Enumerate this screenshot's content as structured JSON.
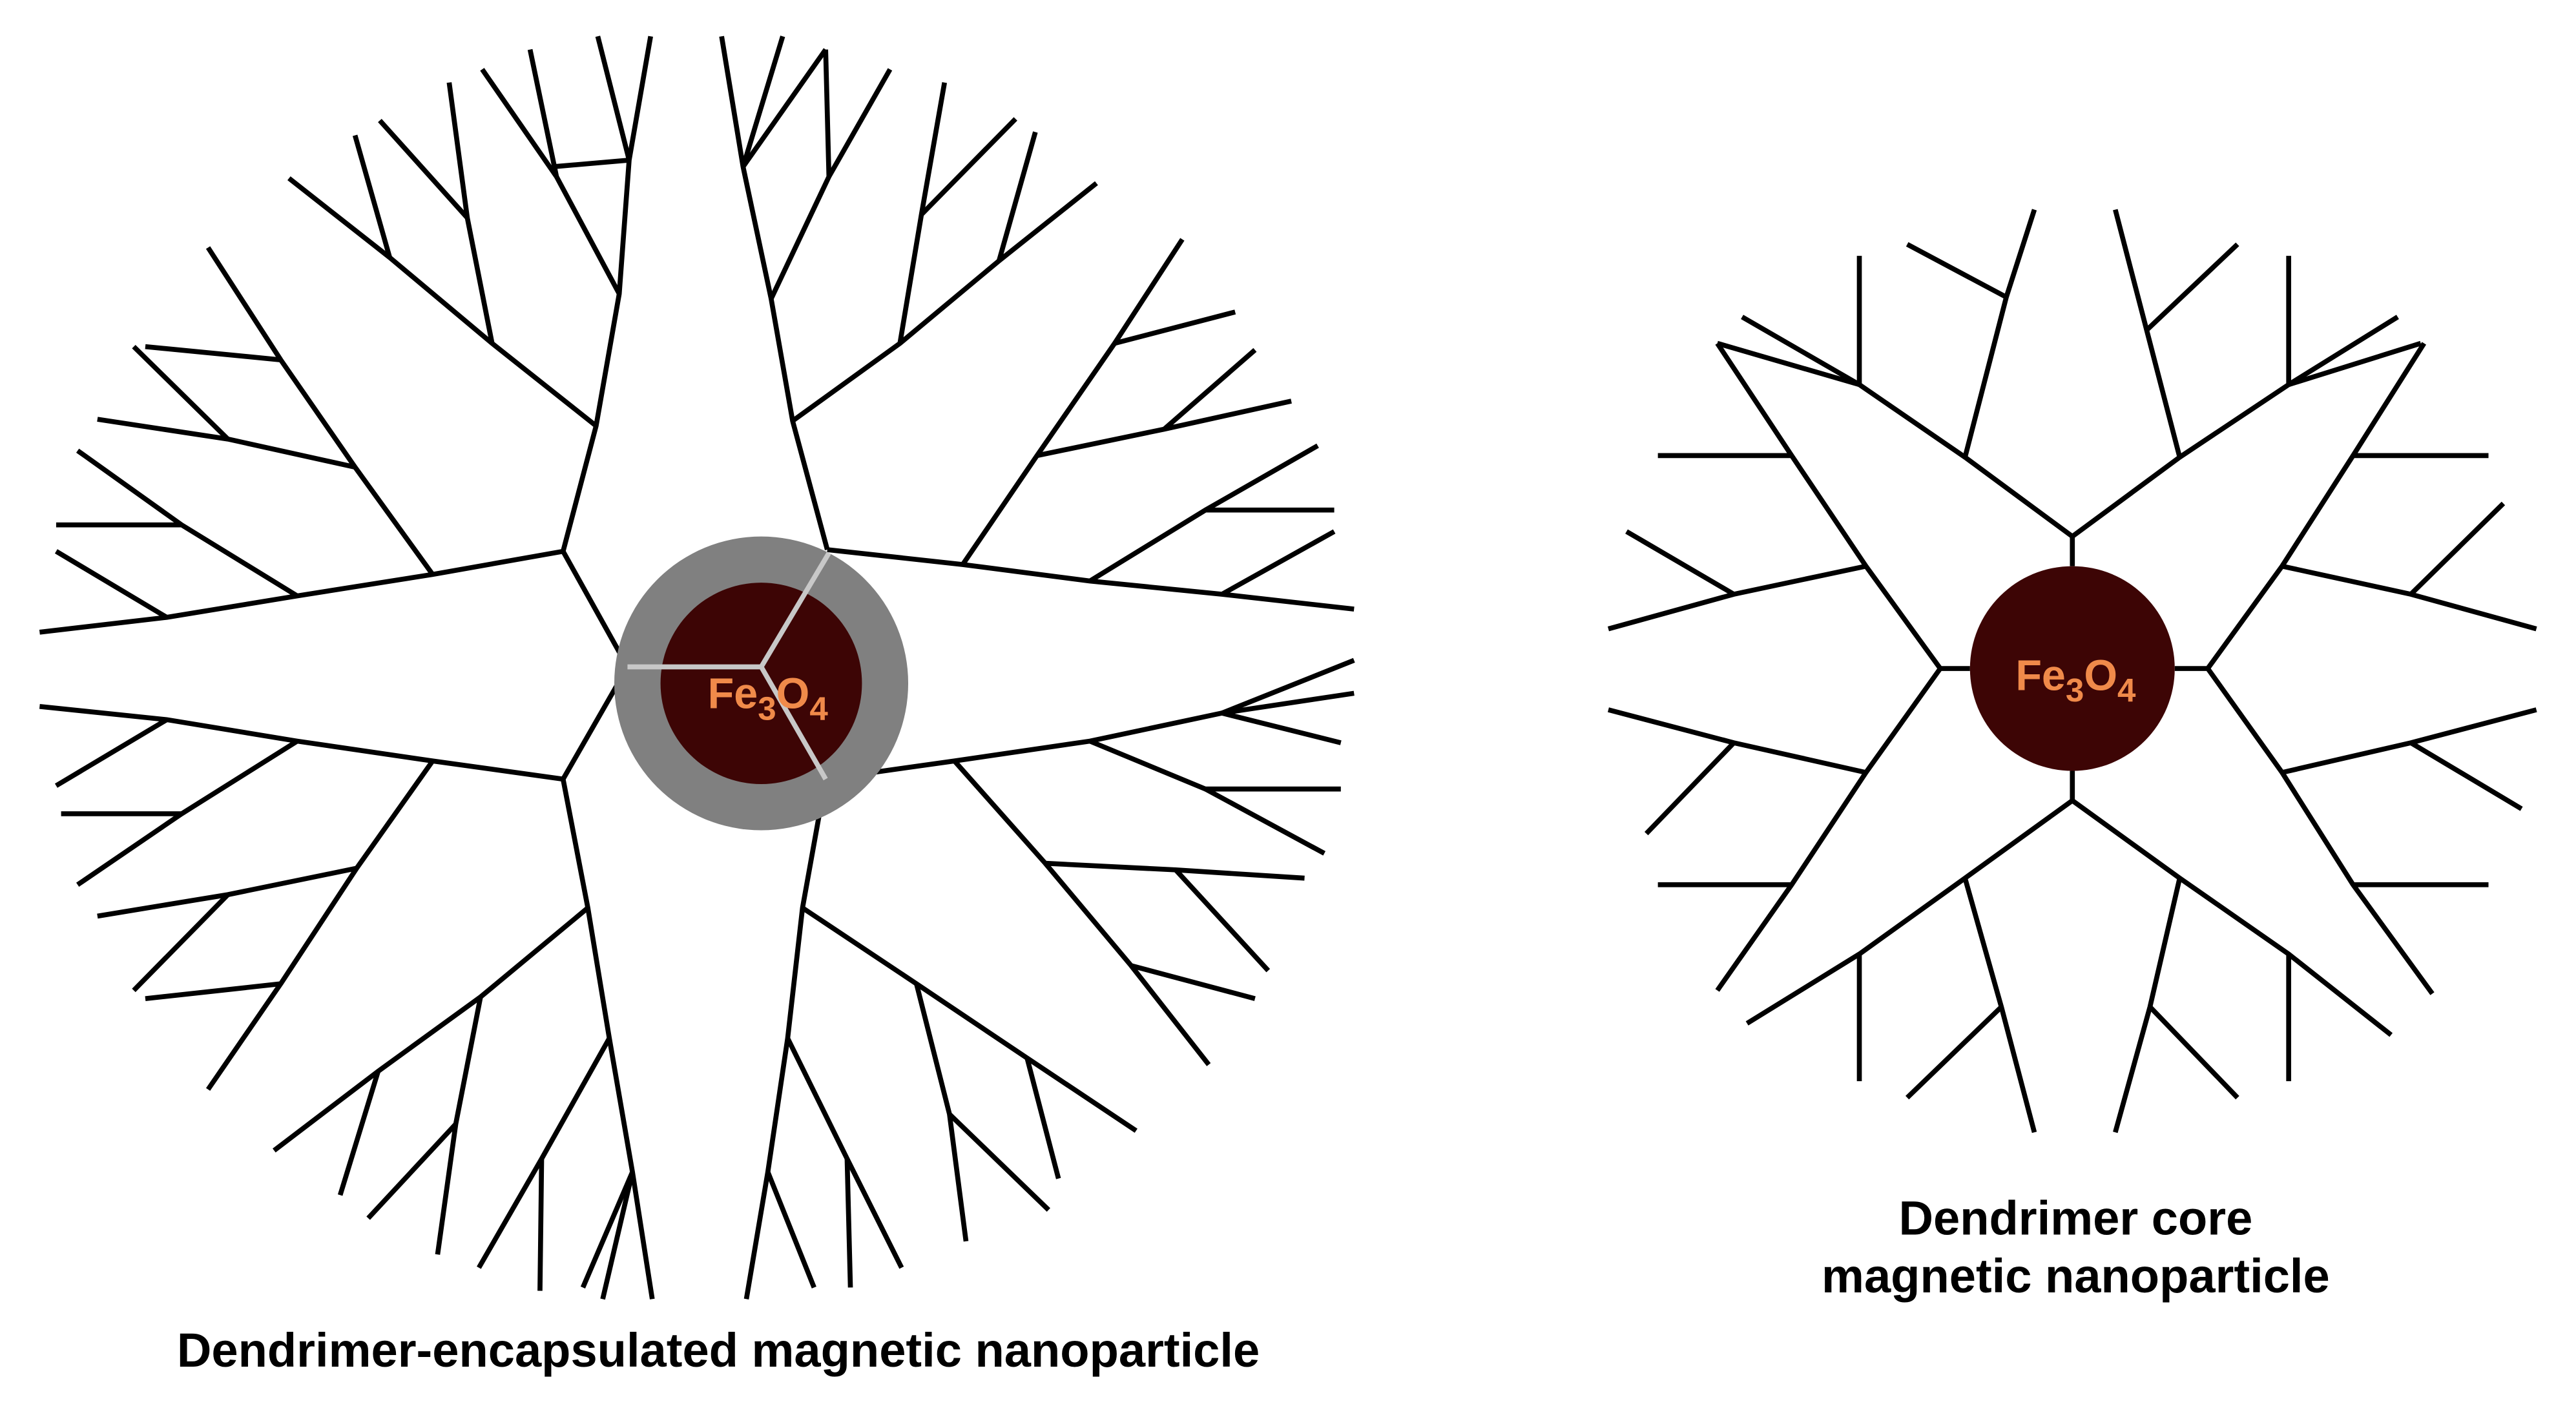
{
  "colors": {
    "background": "#ffffff",
    "line": "#000000",
    "core": "#3d0505",
    "shell": "#808080",
    "connector": "#c8c8c8",
    "label": "#f08a4a"
  },
  "left_figure": {
    "caption": "Dendrimer-encapsulated magnetic nanoparticle",
    "core": {
      "element1": "Fe",
      "sub1": "3",
      "element2": "O",
      "sub2": "4"
    }
  },
  "right_figure": {
    "caption_line1": "Dendrimer core",
    "caption_line2": "magnetic nanoparticle",
    "core": {
      "element1": "Fe",
      "sub1": "3",
      "element2": "O",
      "sub2": "4"
    }
  }
}
